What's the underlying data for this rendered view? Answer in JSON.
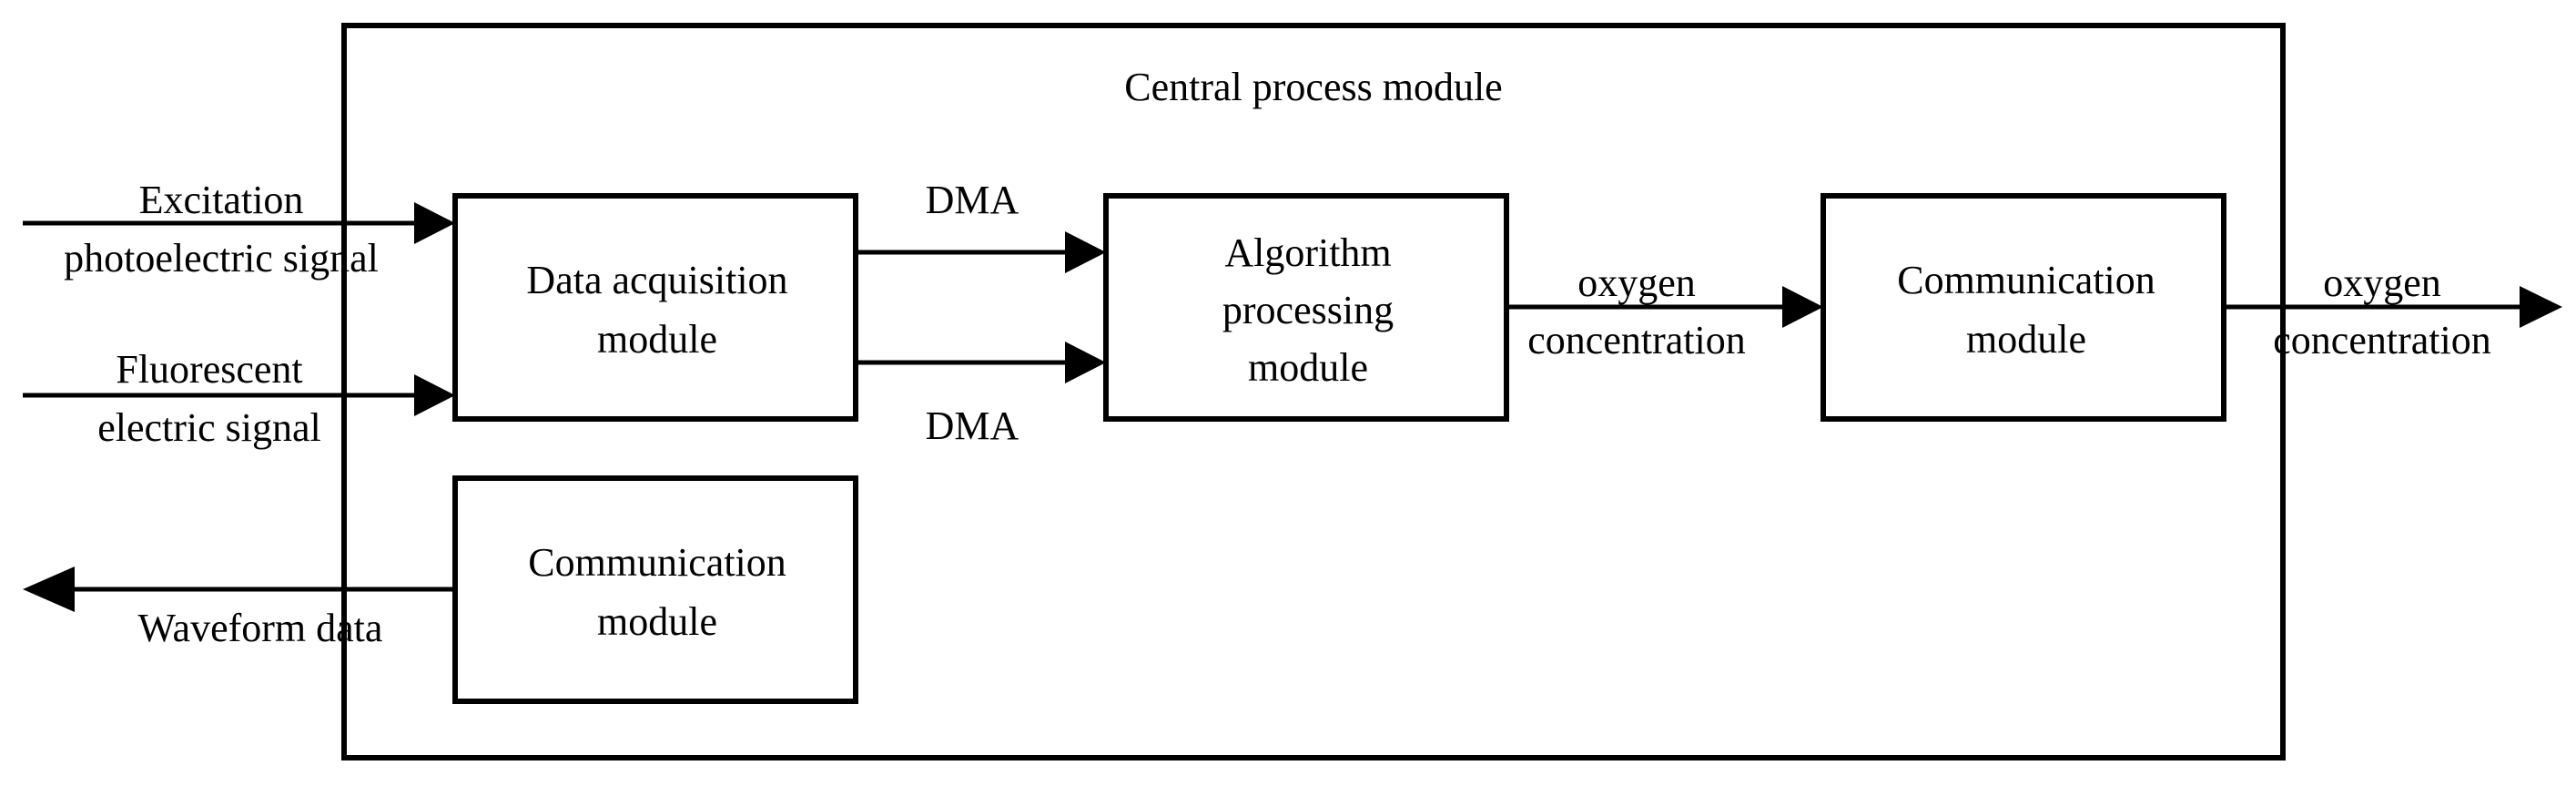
{
  "central": {
    "title": "Central process module"
  },
  "blocks": {
    "data_acquisition": {
      "line1": "Data acquisition",
      "line2": "module"
    },
    "algorithm": {
      "line1": "Algorithm",
      "line2": "processing",
      "line3": "module"
    },
    "comm_right": {
      "line1": "Communication",
      "line2": "module"
    },
    "comm_lower": {
      "line1": "Communication",
      "line2": "module"
    }
  },
  "signals": {
    "excitation": {
      "line1": "Excitation",
      "line2": "photoelectric signal"
    },
    "fluorescent": {
      "line1": "Fluorescent",
      "line2": "electric signal"
    },
    "dma_top": "DMA",
    "dma_bottom": "DMA",
    "oxygen_mid": {
      "line1": "oxygen",
      "line2": "concentration"
    },
    "oxygen_out": {
      "line1": "oxygen",
      "line2": "concentration"
    },
    "waveform": "Waveform data"
  }
}
